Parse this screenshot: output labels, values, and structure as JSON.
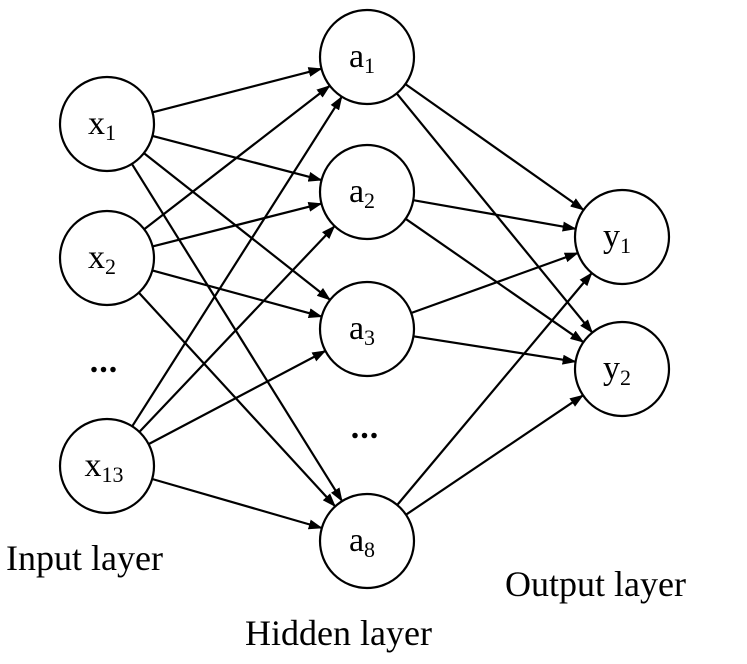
{
  "diagram": {
    "input_layer": {
      "label": "Input layer",
      "nodes": [
        {
          "base": "x",
          "sub": "1"
        },
        {
          "base": "x",
          "sub": "2"
        },
        {
          "base": "x",
          "sub": "13"
        }
      ],
      "ellipsis": "..."
    },
    "hidden_layer": {
      "label": "Hidden layer",
      "nodes": [
        {
          "base": "a",
          "sub": "1"
        },
        {
          "base": "a",
          "sub": "2"
        },
        {
          "base": "a",
          "sub": "3"
        },
        {
          "base": "a",
          "sub": "8"
        }
      ],
      "ellipsis": "..."
    },
    "output_layer": {
      "label": "Output layer",
      "nodes": [
        {
          "base": "y",
          "sub": "1"
        },
        {
          "base": "y",
          "sub": "2"
        }
      ]
    },
    "connections": "fully-connected"
  }
}
